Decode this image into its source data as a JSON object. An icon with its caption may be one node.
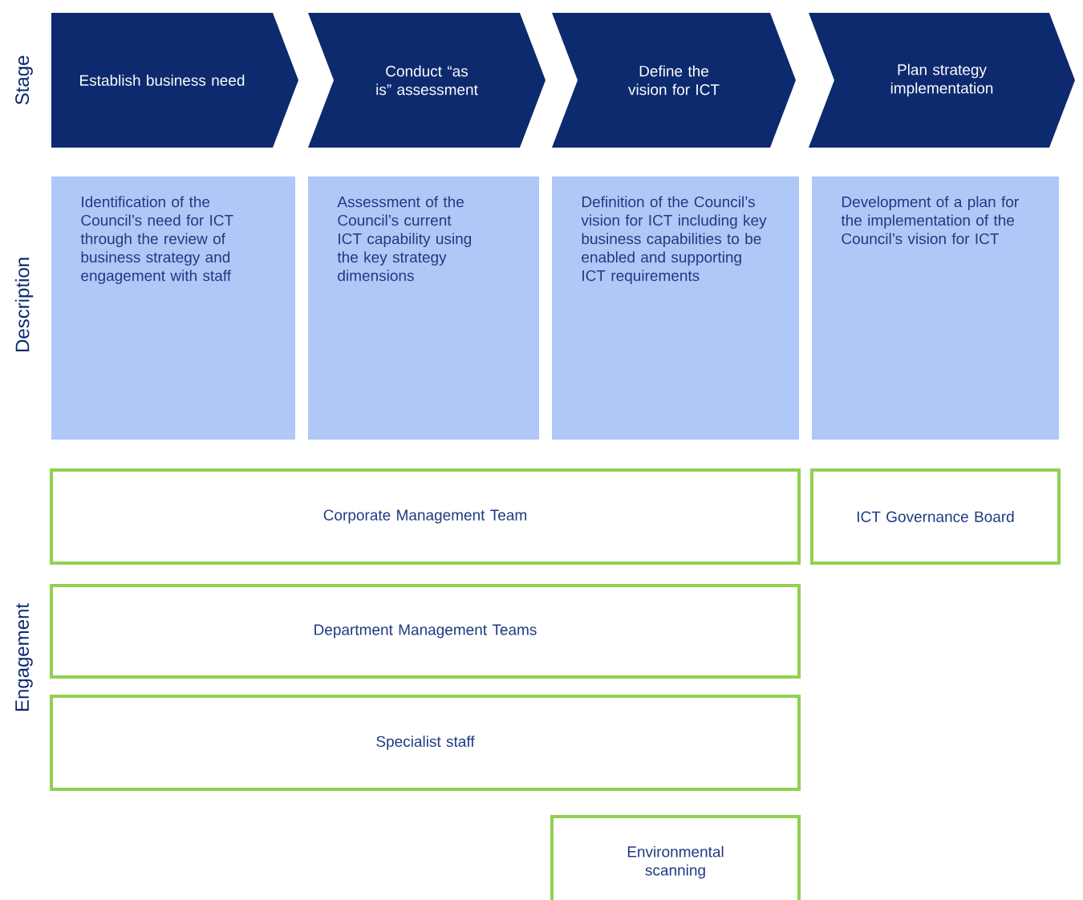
{
  "diagram": {
    "nodes": [
      {
        "text": [
          "Establish business need"
        ]
      },
      {
        "text": [
          "Conduct “as is” assessment"
        ]
      },
      {
        "text": [
          "Define the vision for ICT"
        ]
      },
      {
        "text": [
          "Plan strategy implementation"
        ]
      },
      {
        "text": [
          "Identification of the Council’s need for ICT through the review of business strategy and engagement with staff"
        ]
      },
      {
        "text": [
          "Assessment of the Council’s current ICT capability using the key strategy dimensions"
        ]
      },
      {
        "text": [
          "Definition of the Council’s vision for ICT including key business capabilities to be enabled and supporting ICT requirements"
        ]
      },
      {
        "text": [
          "Development of a plan for the implementation of the Council’s vision for ICT"
        ]
      },
      {
        "text": [
          "Corporate Management Team"
        ]
      },
      {
        "text": [
          "ICT Governance Board"
        ]
      },
      {
        "text": [
          "Department Management Teams"
        ]
      },
      {
        "text": [
          "Specialist staff"
        ]
      },
      {
        "text": [
          "Environmental scanning"
        ]
      }
    ],
    "edges": [],
    "labels": [
      "Stage",
      "Description",
      "Engagement"
    ]
  }
}
